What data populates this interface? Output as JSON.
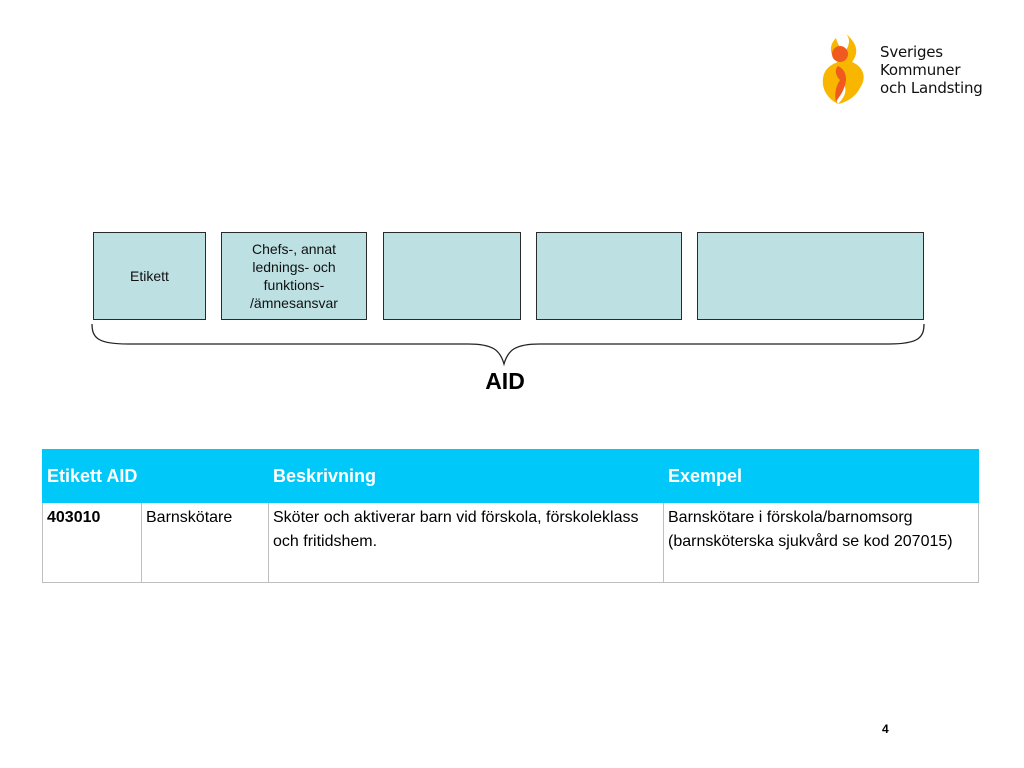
{
  "logo": {
    "lines": [
      "Sveriges",
      "Kommuner",
      "och Landsting"
    ],
    "colors": {
      "flame_outer": "#f8b600",
      "flame_inner": "#f05a1e"
    }
  },
  "diagram": {
    "boxes": [
      {
        "label": "Etikett"
      },
      {
        "label": "Chefs-, annat\nlednings- och\nfunktions-\n/ämnesansvar"
      },
      {
        "label": ""
      },
      {
        "label": ""
      },
      {
        "label": ""
      }
    ],
    "brace_label": "AID",
    "box_color": "#bde0e3"
  },
  "table": {
    "headers": [
      "Etikett AID",
      "Beskrivning",
      "Exempel"
    ],
    "header_color": "#00c8f8",
    "rows": [
      {
        "code": "403010",
        "title": "Barnskötare",
        "description": "Sköter och aktiverar barn vid förskola, förskoleklass och fritidshem.",
        "example": "Barnskötare i förskola/barnomsorg (barnsköterska sjukvård se kod 207015)"
      }
    ]
  },
  "page_number": "4"
}
